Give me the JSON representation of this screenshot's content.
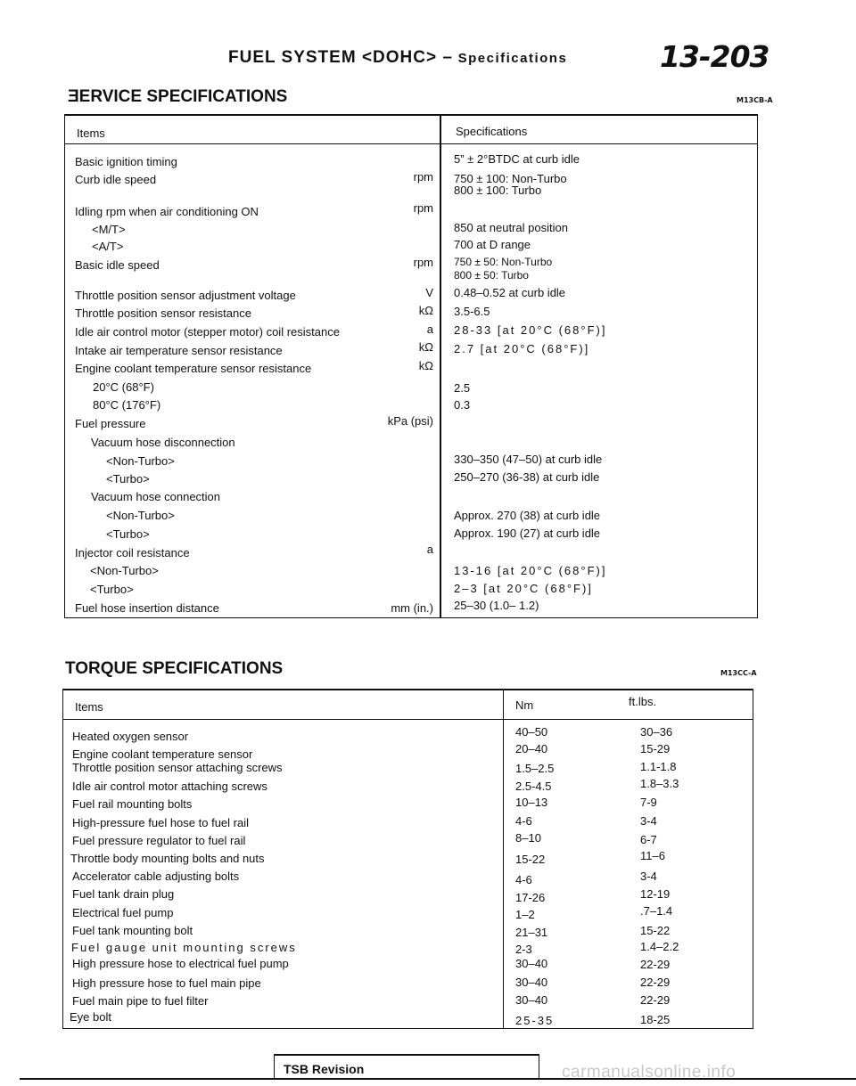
{
  "header": {
    "title": "FUEL SYSTEM <DOHC> ",
    "dash": "–",
    "subtitle": " Specifications",
    "page_number": "13-203"
  },
  "service": {
    "heading": "ƎERVICE SPECIFICATIONS",
    "code": "M13CB-A",
    "col_items": "Items",
    "col_specs": "Specifications",
    "rows": [
      {
        "item": "Basic ignition timing",
        "unit": "",
        "spec": "5” ± 2°BTDC at curb idle"
      },
      {
        "item": "Curb idle speed",
        "unit": "rpm",
        "spec": "750 ± 100: Non-Turbo"
      },
      {
        "item": "",
        "unit": "",
        "spec": "800 ± 100: Turbo"
      },
      {
        "item": "Idling rpm when air conditioning ON",
        "unit": "rpm",
        "spec": ""
      },
      {
        "item": "<M/T>",
        "unit": "",
        "spec": "850 at neutral position"
      },
      {
        "item": "<A/T>",
        "unit": "",
        "spec": "700 at D range"
      },
      {
        "item": "Basic idle speed",
        "unit": "rpm",
        "spec": "750 ± 50: Non-Turbo"
      },
      {
        "item": "",
        "unit": "",
        "spec": "800 ± 50: Turbo"
      },
      {
        "item": "Throttle position sensor adjustment voltage",
        "unit": "V",
        "spec": "0.48–0.52 at curb idle"
      },
      {
        "item": "Throttle position sensor resistance",
        "unit": "kΩ",
        "spec": "3.5-6.5"
      },
      {
        "item": "Idle air control motor (stepper motor) coil resistance",
        "unit": "a",
        "spec": "28-33 [at 20°C (68°F)]"
      },
      {
        "item": "Intake air temperature sensor resistance",
        "unit": "kΩ",
        "spec": "2.7 [at 20°C (68°F)]"
      },
      {
        "item": "Engine coolant temperature sensor resistance",
        "unit": "kΩ",
        "spec": ""
      },
      {
        "item": "20°C (68°F)",
        "unit": "",
        "spec": "2.5"
      },
      {
        "item": "80°C (176°F)",
        "unit": "",
        "spec": "0.3"
      },
      {
        "item": "Fuel pressure",
        "unit": "kPa (psi)",
        "spec": ""
      },
      {
        "item": "Vacuum hose disconnection",
        "unit": "",
        "spec": ""
      },
      {
        "item": "<Non-Turbo>",
        "unit": "",
        "spec": "330–350 (47–50) at curb idle"
      },
      {
        "item": "<Turbo>",
        "unit": "",
        "spec": "250–270 (36-38) at curb idle"
      },
      {
        "item": "Vacuum hose connection",
        "unit": "",
        "spec": ""
      },
      {
        "item": "<Non-Turbo>",
        "unit": "",
        "spec": "Approx. 270 (38) at curb idle"
      },
      {
        "item": "<Turbo>",
        "unit": "",
        "spec": "Approx. 190 (27) at curb idle"
      },
      {
        "item": "Injector coil resistance",
        "unit": "a",
        "spec": ""
      },
      {
        "item": "<Non-Turbo>",
        "unit": "",
        "spec": "13-16 [at 20°C (68°F)]"
      },
      {
        "item": "<Turbo>",
        "unit": "",
        "spec": "2–3 [at 20°C (68°F)]"
      },
      {
        "item": "Fuel hose insertion distance",
        "unit": "mm (in.)",
        "spec": "25–30 (1.0– 1.2)"
      }
    ]
  },
  "torque": {
    "heading": "TORQUE SPECIFICATIONS",
    "code": "M13CC-A",
    "col_items": "Items",
    "col_nm": "Nm",
    "col_ftlbs": "ft.lbs.",
    "rows": [
      {
        "item": "Heated oxygen sensor",
        "nm": "40–50",
        "ftlbs": "30–36"
      },
      {
        "item": "Engine coolant temperature sensor",
        "nm": "20–40",
        "ftlbs": "15-29"
      },
      {
        "item": "Throttle position sensor attaching screws",
        "nm": "1.5–2.5",
        "ftlbs": "1.1-1.8"
      },
      {
        "item": "Idle air control motor attaching screws",
        "nm": "2.5-4.5",
        "ftlbs": "1.8–3.3"
      },
      {
        "item": "Fuel rail mounting bolts",
        "nm": "10–13",
        "ftlbs": "7-9"
      },
      {
        "item": "High-pressure fuel hose to fuel rail",
        "nm": "4-6",
        "ftlbs": "3-4"
      },
      {
        "item": "Fuel pressure regulator to fuel rail",
        "nm": "8–10",
        "ftlbs": "6-7"
      },
      {
        "item": "Throttle body mounting bolts and nuts",
        "nm": "15-22",
        "ftlbs": "11–6"
      },
      {
        "item": "Accelerator cable adjusting bolts",
        "nm": "4-6",
        "ftlbs": "3-4"
      },
      {
        "item": "Fuel tank drain plug",
        "nm": "17-26",
        "ftlbs": "12-19"
      },
      {
        "item": "Electrical fuel pump",
        "nm": "1–2",
        "ftlbs": ".7–1.4"
      },
      {
        "item": "Fuel tank mounting bolt",
        "nm": "21–31",
        "ftlbs": "15-22"
      },
      {
        "item": "Fuel gauge unit mounting screws",
        "nm": "2-3",
        "ftlbs": "1.4–2.2"
      },
      {
        "item": "High pressure hose to electrical fuel pump",
        "nm": "30–40",
        "ftlbs": "22-29"
      },
      {
        "item": "High pressure hose to fuel main pipe",
        "nm": "30–40",
        "ftlbs": "22-29"
      },
      {
        "item": "Fuel main pipe to fuel filter",
        "nm": "30–40",
        "ftlbs": "22-29"
      },
      {
        "item": "Eye bolt",
        "nm": "25-35",
        "ftlbs": "18-25"
      }
    ]
  },
  "footer": {
    "tsb": "TSB Revision",
    "watermark": "carmanualsonline.info"
  }
}
